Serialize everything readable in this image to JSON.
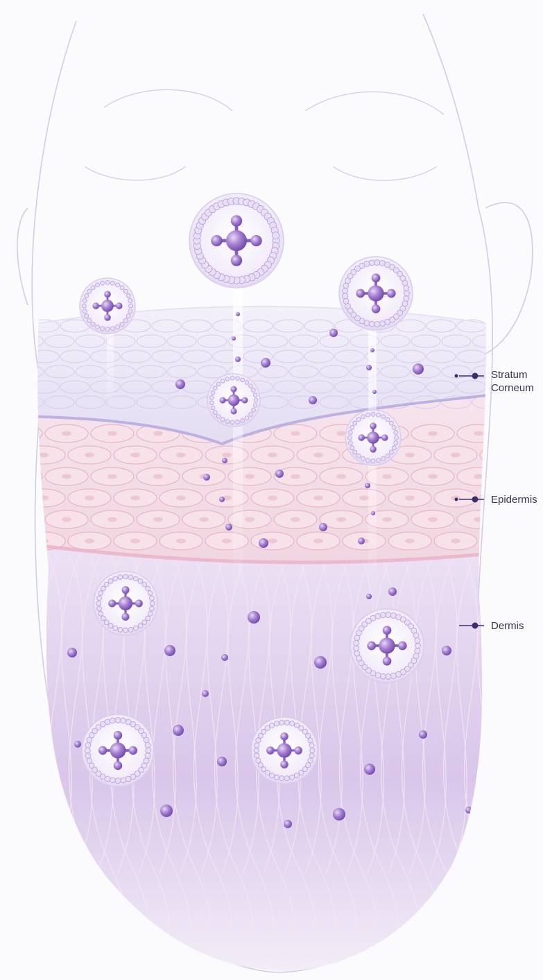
{
  "diagram": {
    "layers": [
      {
        "id": "stratum-corneum",
        "line1": "Stratum",
        "line2": "Corneum"
      },
      {
        "id": "epidermis",
        "line1": "Epidermis"
      },
      {
        "id": "dermis",
        "line1": "Dermis"
      }
    ],
    "colors": {
      "outline": "#cfc8e6",
      "corneum": "#ece8f6",
      "epidermis_cell": "#f7dde5",
      "dermis": "#d9c6ea",
      "molecule": "#9d73cc",
      "molecule_dark": "#7a4fb0",
      "label_dot": "#3a2f6b"
    },
    "icons": [
      "molecule-capsule-icon",
      "particle-dot-icon",
      "label-pointer-icon"
    ]
  }
}
